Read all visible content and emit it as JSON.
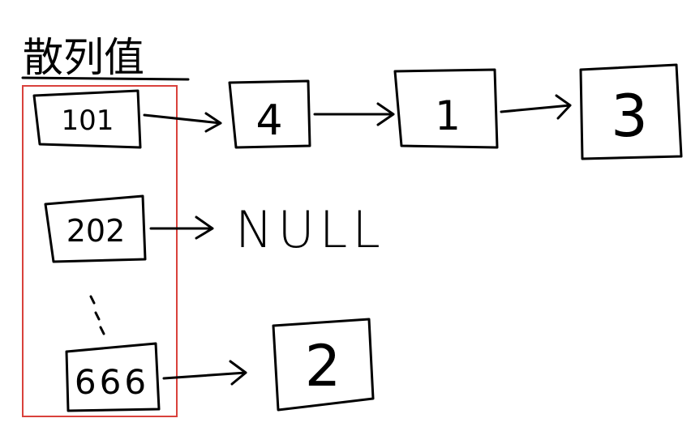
{
  "title": "散列值",
  "highlight_color": "#d9413c",
  "buckets": [
    {
      "key": "101",
      "chain": [
        "4",
        "1",
        "3"
      ]
    },
    {
      "key": "202",
      "null_label": "NULL"
    },
    {
      "key": "666",
      "chain": [
        "2"
      ]
    }
  ]
}
